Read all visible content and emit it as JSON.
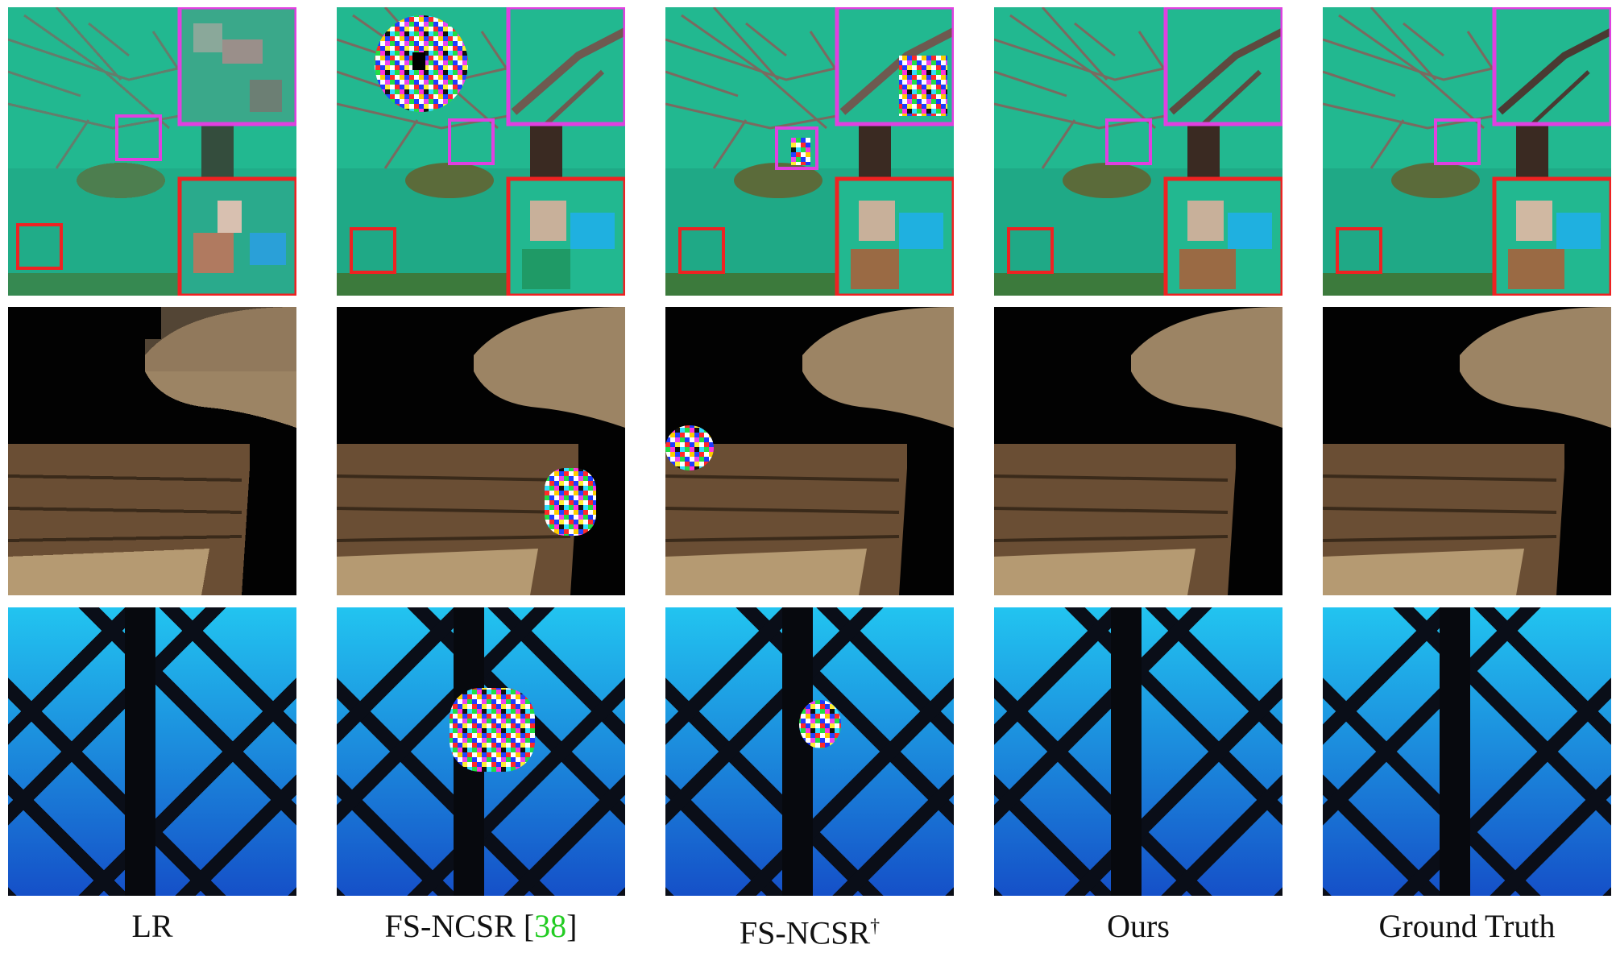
{
  "figure": {
    "columns": [
      {
        "label": "LR"
      },
      {
        "label": "FS-NCSR",
        "citation": "38"
      },
      {
        "label": "FS-NCSR",
        "superscript": "†"
      },
      {
        "label": "Ours"
      },
      {
        "label": "Ground Truth"
      }
    ],
    "rows": [
      "lake-with-tree-branches",
      "fur-texture-closeup",
      "blue-lattice-window"
    ],
    "colors": {
      "zoom_box_1": "#e040e0",
      "zoom_box_2": "#ee2222",
      "citation": "#22cc22",
      "noise_artifact": "multicolor"
    }
  }
}
